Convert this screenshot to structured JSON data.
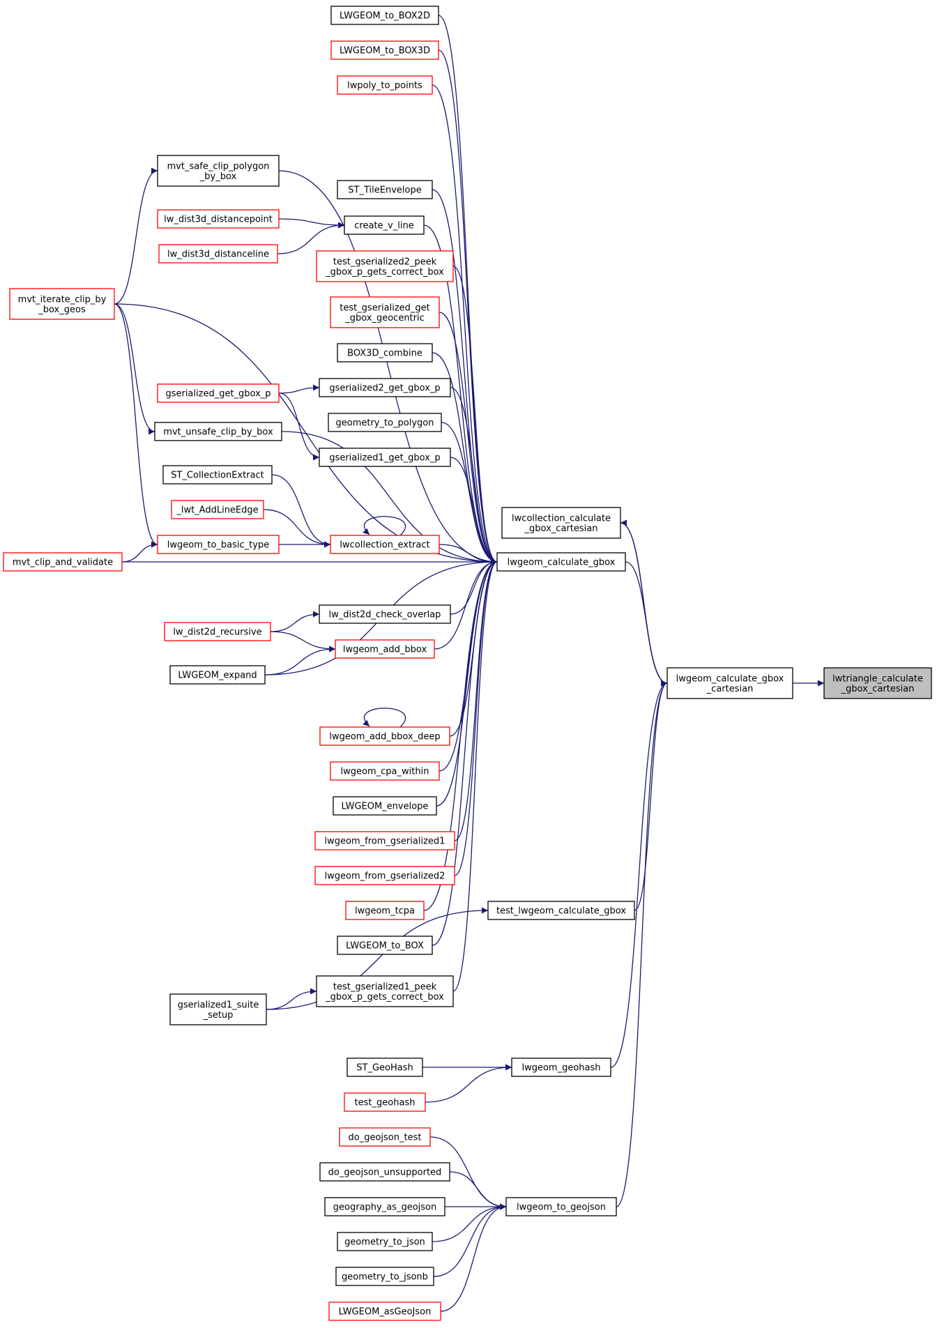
{
  "colors": {
    "edge": "#191970",
    "node_border_normal": "#000000",
    "node_border_truncated": "#ff0000",
    "focus_fill": "#bfbfbf",
    "background": "#ffffff"
  },
  "nodes": {
    "lwgeom_to_box2d": {
      "lines": [
        "LWGEOM_to_BOX2D"
      ],
      "border": "black"
    },
    "lwgeom_to_box3d": {
      "lines": [
        "LWGEOM_to_BOX3D"
      ],
      "border": "red"
    },
    "lwpoly_to_points": {
      "lines": [
        "lwpoly_to_points"
      ],
      "border": "red"
    },
    "mvt_safe_clip_polygon_by_box": {
      "lines": [
        "mvt_safe_clip_polygon",
        "_by_box"
      ],
      "border": "black"
    },
    "st_tileenvelope": {
      "lines": [
        "ST_TileEnvelope"
      ],
      "border": "black"
    },
    "lw_dist3d_distancepoint": {
      "lines": [
        "lw_dist3d_distancepoint"
      ],
      "border": "red"
    },
    "create_v_line": {
      "lines": [
        "create_v_line"
      ],
      "border": "black"
    },
    "lw_dist3d_distanceline": {
      "lines": [
        "lw_dist3d_distanceline"
      ],
      "border": "red"
    },
    "test_gserialized2_peek": {
      "lines": [
        "test_gserialized2_peek",
        "_gbox_p_gets_correct_box"
      ],
      "border": "red"
    },
    "mvt_iterate_clip_by_box_geos": {
      "lines": [
        "mvt_iterate_clip_by",
        "_box_geos"
      ],
      "border": "red"
    },
    "test_gserialized_get_gbox_geocentric": {
      "lines": [
        "test_gserialized_get",
        "_gbox_geocentric"
      ],
      "border": "red"
    },
    "box3d_combine": {
      "lines": [
        "BOX3D_combine"
      ],
      "border": "black"
    },
    "gserialized_get_gbox_p": {
      "lines": [
        "gserialized_get_gbox_p"
      ],
      "border": "red"
    },
    "gserialized2_get_gbox_p": {
      "lines": [
        "gserialized2_get_gbox_p"
      ],
      "border": "black"
    },
    "geometry_to_polygon": {
      "lines": [
        "geometry_to_polygon"
      ],
      "border": "black"
    },
    "mvt_unsafe_clip_by_box": {
      "lines": [
        "mvt_unsafe_clip_by_box"
      ],
      "border": "black"
    },
    "gserialized1_get_gbox_p": {
      "lines": [
        "gserialized1_get_gbox_p"
      ],
      "border": "black"
    },
    "st_collectionextract": {
      "lines": [
        "ST_CollectionExtract"
      ],
      "border": "black"
    },
    "lwt_addlineedge": {
      "lines": [
        "_lwt_AddLineEdge"
      ],
      "border": "red"
    },
    "lwcollection_calculate_gbox_cartesian": {
      "lines": [
        "lwcollection_calculate",
        "_gbox_cartesian"
      ],
      "border": "black"
    },
    "lwgeom_to_basic_type": {
      "lines": [
        "lwgeom_to_basic_type"
      ],
      "border": "red"
    },
    "lwcollection_extract": {
      "lines": [
        "lwcollection_extract"
      ],
      "border": "red"
    },
    "mvt_clip_and_validate": {
      "lines": [
        "mvt_clip_and_validate"
      ],
      "border": "red"
    },
    "lwgeom_calculate_gbox": {
      "lines": [
        "lwgeom_calculate_gbox"
      ],
      "border": "black"
    },
    "lw_dist2d_check_overlap": {
      "lines": [
        "lw_dist2d_check_overlap"
      ],
      "border": "black"
    },
    "lw_dist2d_recursive": {
      "lines": [
        "lw_dist2d_recursive"
      ],
      "border": "red"
    },
    "lwgeom_add_bbox": {
      "lines": [
        "lwgeom_add_bbox"
      ],
      "border": "red"
    },
    "lwgeom_calculate_gbox_cartesian": {
      "lines": [
        "lwgeom_calculate_gbox",
        "_cartesian"
      ],
      "border": "black"
    },
    "lwtriangle_calculate_gbox_cartesian": {
      "lines": [
        "lwtriangle_calculate",
        "_gbox_cartesian"
      ],
      "border": "focus"
    },
    "lwgeom_expand": {
      "lines": [
        "LWGEOM_expand"
      ],
      "border": "black"
    },
    "lwgeom_add_bbox_deep": {
      "lines": [
        "lwgeom_add_bbox_deep"
      ],
      "border": "red"
    },
    "lwgeom_cpa_within": {
      "lines": [
        "lwgeom_cpa_within"
      ],
      "border": "red"
    },
    "lwgeom_envelope": {
      "lines": [
        "LWGEOM_envelope"
      ],
      "border": "black"
    },
    "lwgeom_from_gserialized1": {
      "lines": [
        "lwgeom_from_gserialized1"
      ],
      "border": "red"
    },
    "lwgeom_from_gserialized2": {
      "lines": [
        "lwgeom_from_gserialized2"
      ],
      "border": "red"
    },
    "test_lwgeom_calculate_gbox": {
      "lines": [
        "test_lwgeom_calculate_gbox"
      ],
      "border": "black"
    },
    "lwgeom_tcpa": {
      "lines": [
        "lwgeom_tcpa"
      ],
      "border": "red"
    },
    "lwgeom_to_box": {
      "lines": [
        "LWGEOM_to_BOX"
      ],
      "border": "black"
    },
    "test_gserialized1_peek": {
      "lines": [
        "test_gserialized1_peek",
        "_gbox_p_gets_correct_box"
      ],
      "border": "black"
    },
    "gserialized1_suite_setup": {
      "lines": [
        "gserialized1_suite",
        "_setup"
      ],
      "border": "black"
    },
    "st_geohash": {
      "lines": [
        "ST_GeoHash"
      ],
      "border": "black"
    },
    "lwgeom_geohash": {
      "lines": [
        "lwgeom_geohash"
      ],
      "border": "black"
    },
    "test_geohash": {
      "lines": [
        "test_geohash"
      ],
      "border": "red"
    },
    "do_geojson_test": {
      "lines": [
        "do_geojson_test"
      ],
      "border": "red"
    },
    "do_geojson_unsupported": {
      "lines": [
        "do_geojson_unsupported"
      ],
      "border": "black"
    },
    "geography_as_geojson": {
      "lines": [
        "geography_as_geojson"
      ],
      "border": "black"
    },
    "lwgeom_to_geojson": {
      "lines": [
        "lwgeom_to_geojson"
      ],
      "border": "black"
    },
    "geometry_to_json": {
      "lines": [
        "geometry_to_json"
      ],
      "border": "black"
    },
    "geometry_to_jsonb": {
      "lines": [
        "geometry_to_jsonb"
      ],
      "border": "black"
    },
    "lwgeom_asgeojson": {
      "lines": [
        "LWGEOM_asGeoJson"
      ],
      "border": "red"
    }
  },
  "edges": [
    [
      "lwgeom_calculate_gbox_cartesian",
      "lwtriangle_calculate_gbox_cartesian"
    ],
    [
      "lwgeom_calculate_gbox",
      "lwgeom_calculate_gbox_cartesian"
    ],
    [
      "lwcollection_calculate_gbox_cartesian",
      "lwgeom_calculate_gbox_cartesian"
    ],
    [
      "lwgeom_calculate_gbox_cartesian",
      "lwcollection_calculate_gbox_cartesian"
    ],
    [
      "test_lwgeom_calculate_gbox",
      "lwgeom_calculate_gbox_cartesian"
    ],
    [
      "lwgeom_geohash",
      "lwgeom_calculate_gbox_cartesian"
    ],
    [
      "lwgeom_to_geojson",
      "lwgeom_calculate_gbox_cartesian"
    ],
    [
      "lwgeom_to_box2d",
      "lwgeom_calculate_gbox"
    ],
    [
      "lwgeom_to_box3d",
      "lwgeom_calculate_gbox"
    ],
    [
      "lwpoly_to_points",
      "lwgeom_calculate_gbox"
    ],
    [
      "mvt_safe_clip_polygon_by_box",
      "lwgeom_calculate_gbox"
    ],
    [
      "st_tileenvelope",
      "lwgeom_calculate_gbox"
    ],
    [
      "create_v_line",
      "lwgeom_calculate_gbox"
    ],
    [
      "test_gserialized2_peek",
      "lwgeom_calculate_gbox"
    ],
    [
      "mvt_iterate_clip_by_box_geos",
      "lwgeom_calculate_gbox"
    ],
    [
      "test_gserialized_get_gbox_geocentric",
      "lwgeom_calculate_gbox"
    ],
    [
      "box3d_combine",
      "lwgeom_calculate_gbox"
    ],
    [
      "gserialized2_get_gbox_p",
      "lwgeom_calculate_gbox"
    ],
    [
      "geometry_to_polygon",
      "lwgeom_calculate_gbox"
    ],
    [
      "gserialized1_get_gbox_p",
      "lwgeom_calculate_gbox"
    ],
    [
      "mvt_unsafe_clip_by_box",
      "lwgeom_calculate_gbox"
    ],
    [
      "lwcollection_extract",
      "lwgeom_calculate_gbox"
    ],
    [
      "mvt_clip_and_validate",
      "lwgeom_calculate_gbox"
    ],
    [
      "lw_dist2d_check_overlap",
      "lwgeom_calculate_gbox"
    ],
    [
      "lwgeom_add_bbox",
      "lwgeom_calculate_gbox"
    ],
    [
      "lwgeom_expand",
      "lwgeom_calculate_gbox"
    ],
    [
      "lwgeom_add_bbox_deep",
      "lwgeom_calculate_gbox"
    ],
    [
      "lwgeom_cpa_within",
      "lwgeom_calculate_gbox"
    ],
    [
      "lwgeom_envelope",
      "lwgeom_calculate_gbox"
    ],
    [
      "lwgeom_from_gserialized1",
      "lwgeom_calculate_gbox"
    ],
    [
      "lwgeom_from_gserialized2",
      "lwgeom_calculate_gbox"
    ],
    [
      "lwgeom_tcpa",
      "lwgeom_calculate_gbox"
    ],
    [
      "lwgeom_to_box",
      "lwgeom_calculate_gbox"
    ],
    [
      "test_gserialized1_peek",
      "lwgeom_calculate_gbox"
    ],
    [
      "lw_dist3d_distancepoint",
      "create_v_line"
    ],
    [
      "lw_dist3d_distanceline",
      "create_v_line"
    ],
    [
      "mvt_iterate_clip_by_box_geos",
      "mvt_safe_clip_polygon_by_box"
    ],
    [
      "mvt_iterate_clip_by_box_geos",
      "mvt_unsafe_clip_by_box"
    ],
    [
      "mvt_iterate_clip_by_box_geos",
      "lwgeom_to_basic_type"
    ],
    [
      "gserialized_get_gbox_p",
      "gserialized2_get_gbox_p"
    ],
    [
      "gserialized_get_gbox_p",
      "gserialized1_get_gbox_p"
    ],
    [
      "st_collectionextract",
      "lwcollection_extract"
    ],
    [
      "lwt_addlineedge",
      "lwcollection_extract"
    ],
    [
      "lwgeom_to_basic_type",
      "lwcollection_extract"
    ],
    [
      "lwcollection_extract",
      "lwcollection_extract"
    ],
    [
      "mvt_clip_and_validate",
      "lwgeom_to_basic_type"
    ],
    [
      "lw_dist2d_recursive",
      "lw_dist2d_check_overlap"
    ],
    [
      "lw_dist2d_recursive",
      "lwgeom_add_bbox"
    ],
    [
      "lwgeom_expand",
      "lwgeom_add_bbox"
    ],
    [
      "lwgeom_add_bbox_deep",
      "lwgeom_add_bbox_deep"
    ],
    [
      "gserialized1_suite_setup",
      "test_gserialized1_peek"
    ],
    [
      "gserialized1_suite_setup",
      "test_lwgeom_calculate_gbox"
    ],
    [
      "st_geohash",
      "lwgeom_geohash"
    ],
    [
      "test_geohash",
      "lwgeom_geohash"
    ],
    [
      "do_geojson_test",
      "lwgeom_to_geojson"
    ],
    [
      "do_geojson_unsupported",
      "lwgeom_to_geojson"
    ],
    [
      "geography_as_geojson",
      "lwgeom_to_geojson"
    ],
    [
      "geometry_to_json",
      "lwgeom_to_geojson"
    ],
    [
      "geometry_to_jsonb",
      "lwgeom_to_geojson"
    ],
    [
      "lwgeom_asgeojson",
      "lwgeom_to_geojson"
    ]
  ]
}
